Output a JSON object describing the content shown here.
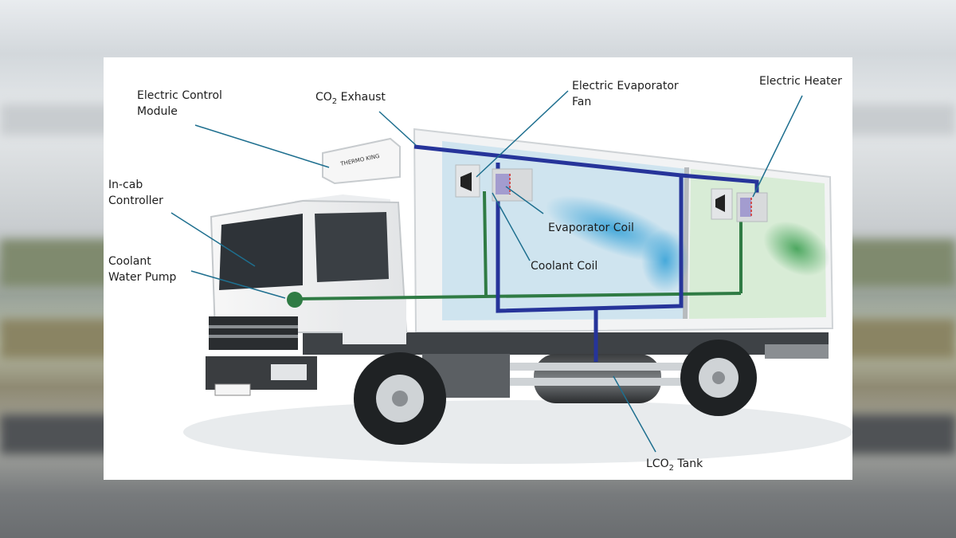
{
  "diagram": {
    "labels": {
      "electric_control_module": "Electric Control\nModule",
      "co2_exhaust_prefix": "CO",
      "co2_exhaust_sub": "2",
      "co2_exhaust_suffix": " Exhaust",
      "electric_evaporator_fan": "Electric Evaporator\nFan",
      "electric_heater": "Electric Heater",
      "in_cab_controller": "In-cab\nController",
      "coolant_water_pump": "Coolant\nWater Pump",
      "evaporator_coil": "Evaporator Coil",
      "coolant_coil": "Coolant Coil",
      "lco2_tank_prefix": "LCO",
      "lco2_tank_sub": "2",
      "lco2_tank_suffix": " Tank"
    },
    "unit_brand": "THERMO KING",
    "colors": {
      "co2_line": "#26349a",
      "coolant_line": "#2f7b44",
      "leader_line": "#1e6f8f",
      "cold_zone": "#cfe4ef",
      "heated_zone": "#d8ecd6",
      "airflow_blue": "#3fa6d9",
      "airflow_green": "#46a45a"
    }
  }
}
